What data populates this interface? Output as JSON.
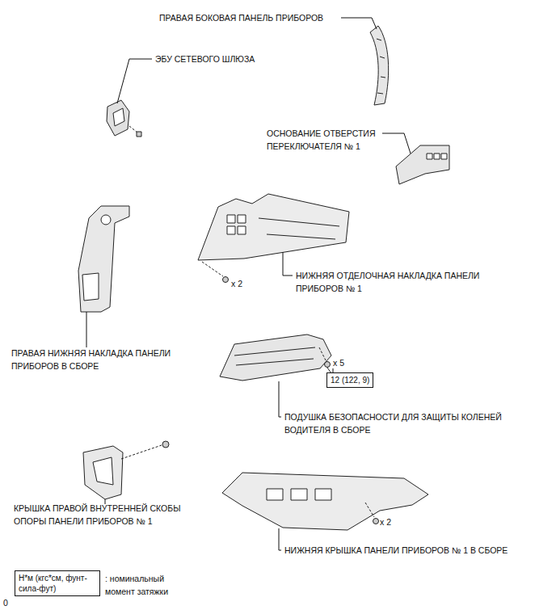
{
  "diagram": {
    "nodes": [
      {
        "text": [
          "12 (122, 9)"
        ]
      },
      {
        "text": [
          "Н*м (кгс*см, фунт-сила-фут)"
        ]
      }
    ],
    "labels": [
      "ПРАВАЯ БОКОВАЯ ПАНЕЛЬ ПРИБОРОВ",
      "ЭБУ СЕТЕВОГО ШЛЮЗА",
      "ОСНОВАНИЕ ОТВЕРСТИЯ ПЕРЕКЛЮЧАТЕЛЯ № 1",
      "x 2",
      "НИЖНЯЯ ОТДЕЛОЧНАЯ НАКЛАДКА ПАНЕЛИ ПРИБОРОВ № 1",
      "ПРАВАЯ НИЖНЯЯ НАКЛАДКА ПАНЕЛИ ПРИБОРОВ В СБОРЕ",
      "x 5",
      "ПОДУШКА БЕЗОПАСНОСТИ ДЛЯ ЗАЩИТЫ КОЛЕНЕЙ ВОДИТЕЛЯ В СБОРЕ",
      "КРЫШКА ПРАВОЙ ВНУТРЕННЕЙ СКОБЫ ОПОРЫ ПАНЕЛИ ПРИБОРОВ № 1",
      "x 2",
      "НИЖНЯЯ КРЫШКА ПАНЕЛИ ПРИБОРОВ № 1 В СБОРЕ",
      ": номинальный момент затяжки",
      "0"
    ]
  }
}
